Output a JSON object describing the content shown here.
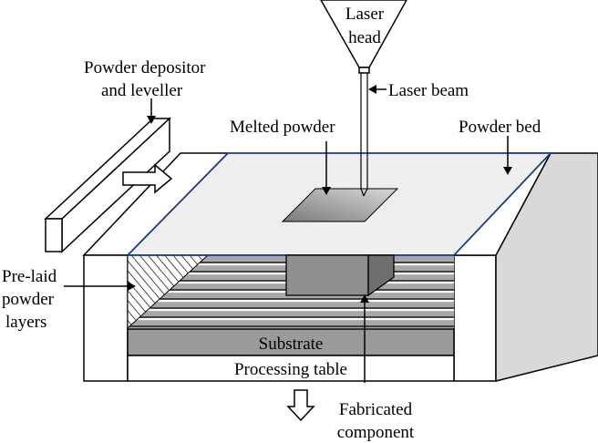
{
  "labels": {
    "laser_head_line1": "Laser",
    "laser_head_line2": "head",
    "laser_beam": "Laser beam",
    "powder_depositor_line1": "Powder depositor",
    "powder_depositor_line2": "and leveller",
    "melted_powder": "Melted powder",
    "powder_bed": "Powder bed",
    "pre_laid_line1": "Pre-laid",
    "pre_laid_line2": "powder",
    "pre_laid_line3": "layers",
    "substrate": "Substrate",
    "processing_table": "Processing table",
    "fabricated_line1": "Fabricated",
    "fabricated_line2": "component"
  },
  "colors": {
    "bed_top": "#efefef",
    "bed_outline": "#1f3a8a",
    "side_wall": "#d9d9d9",
    "substrate": "#9a9a9a",
    "component": "#8f8f8f",
    "powder_layer_fill": "#a8a8a8",
    "melted_dark": "#7a7a7a",
    "melted_light": "#d8d8d8"
  }
}
